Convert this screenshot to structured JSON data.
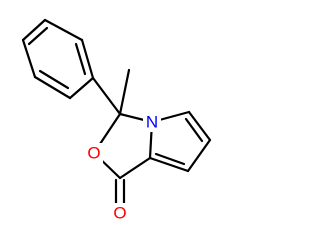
{
  "molecule": {
    "atoms": {
      "ring_oxygen": {
        "symbol": "O",
        "color": "#ff0000"
      },
      "carbonyl_oxygen": {
        "symbol": "O",
        "color": "#ff0000"
      },
      "ring_nitrogen": {
        "symbol": "N",
        "color": "#0000ff"
      }
    },
    "bond_color": "#000000"
  }
}
